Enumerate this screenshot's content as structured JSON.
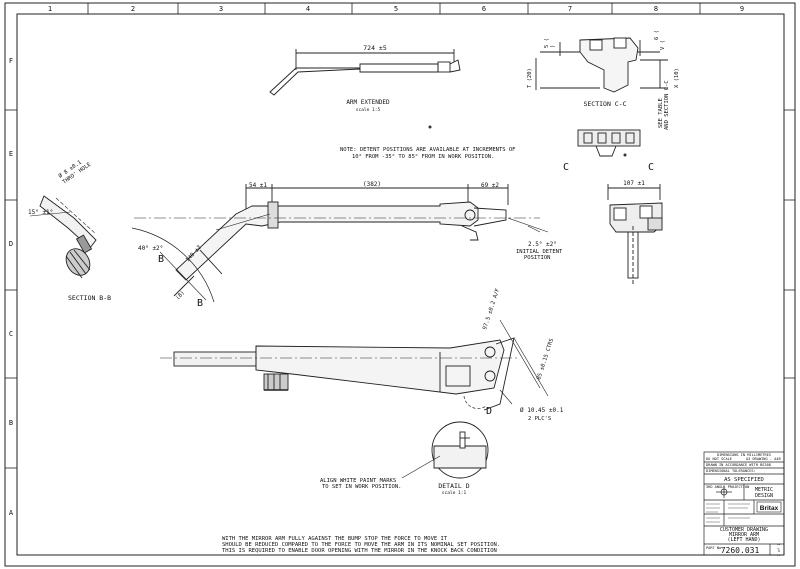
{
  "border": {
    "columns": [
      "1",
      "2",
      "3",
      "4",
      "5",
      "6",
      "7",
      "8",
      "9"
    ],
    "rows": [
      "F",
      "E",
      "D",
      "C",
      "B",
      "A"
    ]
  },
  "views": {
    "arm_extended": {
      "dim": "724 ±5",
      "label": "ARM EXTENDED",
      "scale": "scale 1:5"
    },
    "note": {
      "line1": "NOTE: DETENT POSITIONS ARE AVAILABLE AT INCREMENTS OF",
      "line2": "10° FROM -35° TO 85° FROM IN WORK POSITION."
    },
    "section_cc": {
      "label": "SECTION C-C",
      "dims": [
        "5 (",
        ")",
        "6 (",
        "T (20)",
        "X (10)",
        "V ("
      ],
      "see": "SEE TABLE",
      "see2": "AND SECTION C-C",
      "marker_left": "C",
      "marker_right": "C",
      "width_dim": "107 ±1"
    },
    "main": {
      "dim_left": "54 ±1",
      "dim_mid": "(382)",
      "dim_right": "69 ±2",
      "angle": "40° ±2°",
      "len": "140 ±3",
      "small": "(8)",
      "marker_b1": "B",
      "marker_b2": "B",
      "detent_angle": "2.5° ±2°",
      "detent_l1": "INITIAL DETENT",
      "detent_l2": "POSITION"
    },
    "section_bb": {
      "label": "SECTION B-B",
      "dia": "Ø 8 ±0.1",
      "thro": "THRO' HOLE",
      "angle": "15° ±1°"
    },
    "side": {
      "dim_a": "97.5 ±0.2 A/F",
      "dim_b": "85 ±0.15 CTRS",
      "hole": "Ø 10.45 ±0.1",
      "plcs": "2 PLC'S",
      "marker_d": "D"
    },
    "detail_d": {
      "align_l1": "ALIGN WHITE PAINT MARKS",
      "align_l2": "TO SET IN WORK POSITION.",
      "label": "DETAIL D",
      "scale": "scale 1:1"
    },
    "bottom_note": {
      "line1": "WITH THE MIRROR ARM FULLY AGAINST THE BUMP STOP THE FORCE TO MOVE IT",
      "line2": "SHOULD BE REDUCED COMPARED TO THE FORCE TO MOVE THE ARM IN ITS NOMINAL SET POSITION.",
      "line3": "THIS IS REQUIRED TO ENABLE DOOR OPENING WITH THE MIRROR IN THE KNOCK BACK CONDITION"
    }
  },
  "title_block": {
    "r1": "DIMENSIONS IN MILLIMETRES",
    "r2a": "DO NOT SCALE",
    "r2b": "A3 DRAWING - A4B",
    "r3": "DRAWN IN ACCORDANCE WITH BS308",
    "r4": "DIMENSIONAL TOLERANCES:",
    "r5": "AS SPECIFIED",
    "r6": "3RD ANGLE PROJECTION",
    "r7a": "METRIC",
    "r7b": "DESIGN",
    "logo": "Britax",
    "title1": "CUSTOMER DRAWING",
    "title2": "MIRROR ARM",
    "title3": "(LEFT HAND)",
    "part_label": "PART No.",
    "part_no": "7260.031",
    "sheet": "1 of 1"
  }
}
